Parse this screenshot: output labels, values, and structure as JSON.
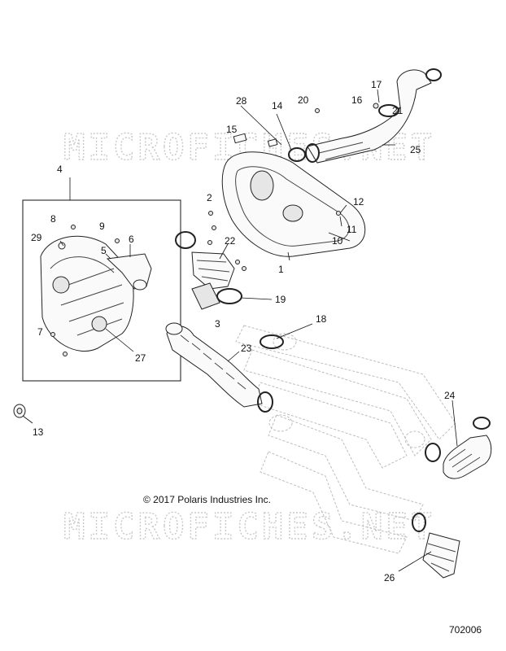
{
  "watermarks": [
    "MICROFICHES.NET",
    "MICROFICHES.NET"
  ],
  "copyright": "© 2017 Polaris Industries Inc.",
  "diagram_number": "702006",
  "callouts": [
    {
      "id": "1",
      "label": "1"
    },
    {
      "id": "2",
      "label": "2"
    },
    {
      "id": "3",
      "label": "3"
    },
    {
      "id": "4",
      "label": "4"
    },
    {
      "id": "5",
      "label": "5"
    },
    {
      "id": "6",
      "label": "6"
    },
    {
      "id": "7",
      "label": "7"
    },
    {
      "id": "8",
      "label": "8"
    },
    {
      "id": "9",
      "label": "9"
    },
    {
      "id": "10",
      "label": "10"
    },
    {
      "id": "11",
      "label": "11"
    },
    {
      "id": "12",
      "label": "12"
    },
    {
      "id": "13",
      "label": "13"
    },
    {
      "id": "14",
      "label": "14"
    },
    {
      "id": "15",
      "label": "15"
    },
    {
      "id": "16",
      "label": "16"
    },
    {
      "id": "17",
      "label": "17"
    },
    {
      "id": "18",
      "label": "18"
    },
    {
      "id": "19",
      "label": "19"
    },
    {
      "id": "20",
      "label": "20"
    },
    {
      "id": "21",
      "label": "21"
    },
    {
      "id": "22",
      "label": "22"
    },
    {
      "id": "23",
      "label": "23"
    },
    {
      "id": "24",
      "label": "24"
    },
    {
      "id": "25",
      "label": "25"
    },
    {
      "id": "26",
      "label": "26"
    },
    {
      "id": "27",
      "label": "27"
    },
    {
      "id": "28",
      "label": "28"
    },
    {
      "id": "29",
      "label": "29"
    }
  ]
}
